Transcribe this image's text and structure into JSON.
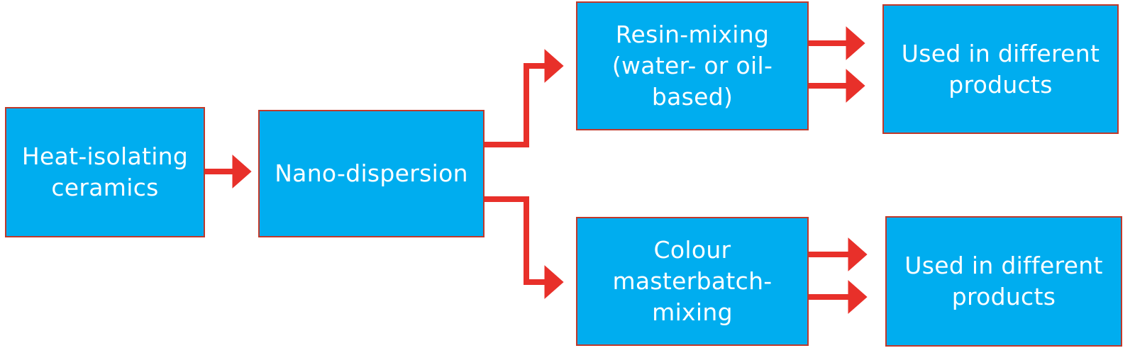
{
  "colors": {
    "box_fill": "#00adef",
    "box_border": "#c0392b",
    "arrow": "#e8302a",
    "text": "#ffffff"
  },
  "nodes": {
    "heat_isolating": {
      "label": "Heat-isolating\nceramics"
    },
    "nano_dispersion": {
      "label": "Nano-dispersion"
    },
    "resin_mixing": {
      "label": "Resin-mixing\n(water- or oil-\nbased)"
    },
    "colour_masterbatch": {
      "label": "Colour\nmasterbatch-\nmixing"
    },
    "used_top": {
      "label": "Used in different\nproducts"
    },
    "used_bottom": {
      "label": "Used in different\nproducts"
    }
  }
}
